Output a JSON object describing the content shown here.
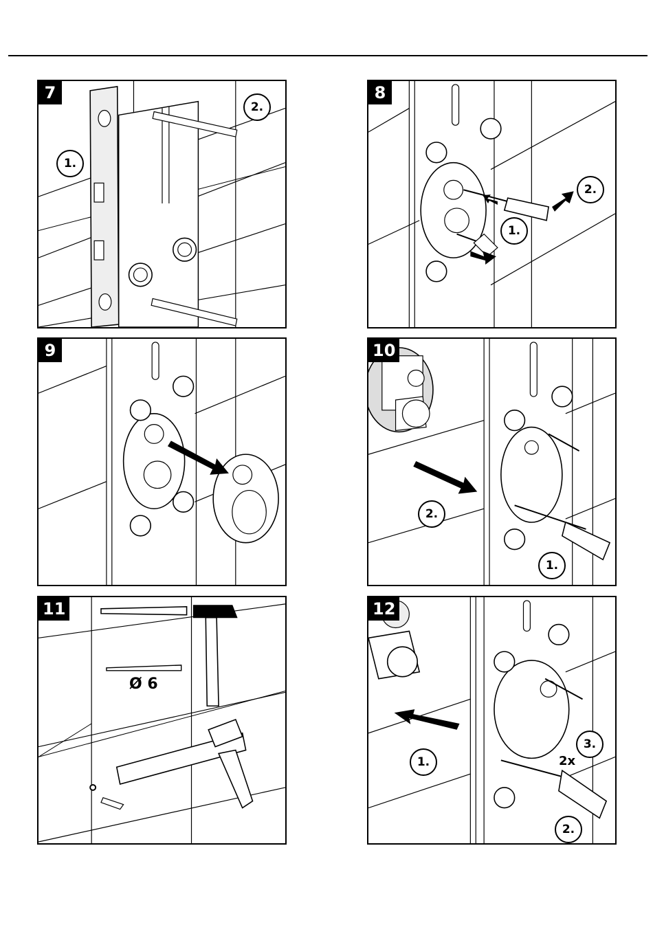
{
  "panels": [
    {
      "step": "7",
      "callouts": [
        "1.",
        "2."
      ]
    },
    {
      "step": "8",
      "callouts": [
        "1.",
        "2."
      ]
    },
    {
      "step": "9",
      "callouts": []
    },
    {
      "step": "10",
      "callouts": [
        "1.",
        "2."
      ]
    },
    {
      "step": "11",
      "callouts": [],
      "drill_label": "Ø 6"
    },
    {
      "step": "12",
      "callouts": [
        "1.",
        "2.",
        "3."
      ],
      "count_label": "2x"
    }
  ]
}
